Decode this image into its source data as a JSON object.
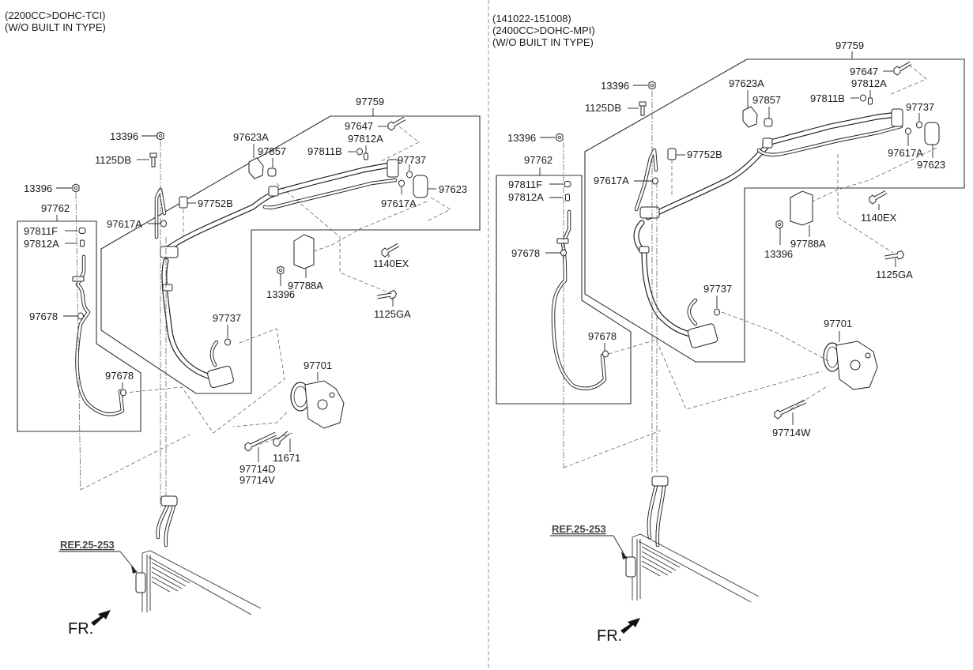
{
  "diagram": {
    "type": "exploded parts diagram - A/C refrigerant lines",
    "left_panel": {
      "header": [
        "(2200CC>DOHC-TCI)",
        "(W/O BUILT IN TYPE)"
      ],
      "labels": {
        "p97759": "97759",
        "p97647": "97647",
        "p97812A_top": "97812A",
        "p97623A": "97623A",
        "p97857": "97857",
        "p97811B": "97811B",
        "p97737_top": "97737",
        "p97623": "97623",
        "p97617A_right": "97617A",
        "p13396_top": "13396",
        "p1125DB": "1125DB",
        "p97752B": "97752B",
        "p97617A_left": "97617A",
        "p13396_left": "13396",
        "p97762": "97762",
        "p97811F": "97811F",
        "p97812A_left": "97812A",
        "p97678_a": "97678",
        "p97678_b": "97678",
        "p1140EX": "1140EX",
        "p97788A": "97788A",
        "p13396_mid": "13396",
        "p1125GA": "1125GA",
        "p97737_mid": "97737",
        "p97701": "97701",
        "p97714D": "97714D",
        "p97714V": "97714V",
        "p11671": "11671",
        "ref": "REF.25-253",
        "front": "FR."
      }
    },
    "right_panel": {
      "header": [
        "(141022-151008)",
        "(2400CC>DOHC-MPI)",
        "(W/O BUILT IN TYPE)"
      ],
      "labels": {
        "p97759": "97759",
        "p97647": "97647",
        "p97812A_top": "97812A",
        "p97623A": "97623A",
        "p97857": "97857",
        "p97811B": "97811B",
        "p97737_top": "97737",
        "p97623": "97623",
        "p97617A_right": "97617A",
        "p13396_top": "13396",
        "p1125DB": "1125DB",
        "p97752B": "97752B",
        "p97617A_left": "97617A",
        "p13396_left": "13396",
        "p97762": "97762",
        "p97811F": "97811F",
        "p97812A_left": "97812A",
        "p97678_a": "97678",
        "p97678_b": "97678",
        "p1140EX": "1140EX",
        "p97788A": "97788A",
        "p13396_mid": "13396",
        "p1125GA": "1125GA",
        "p97737_mid": "97737",
        "p97701": "97701",
        "p97714W": "97714W",
        "ref": "REF.25-253",
        "front": "FR."
      }
    }
  }
}
